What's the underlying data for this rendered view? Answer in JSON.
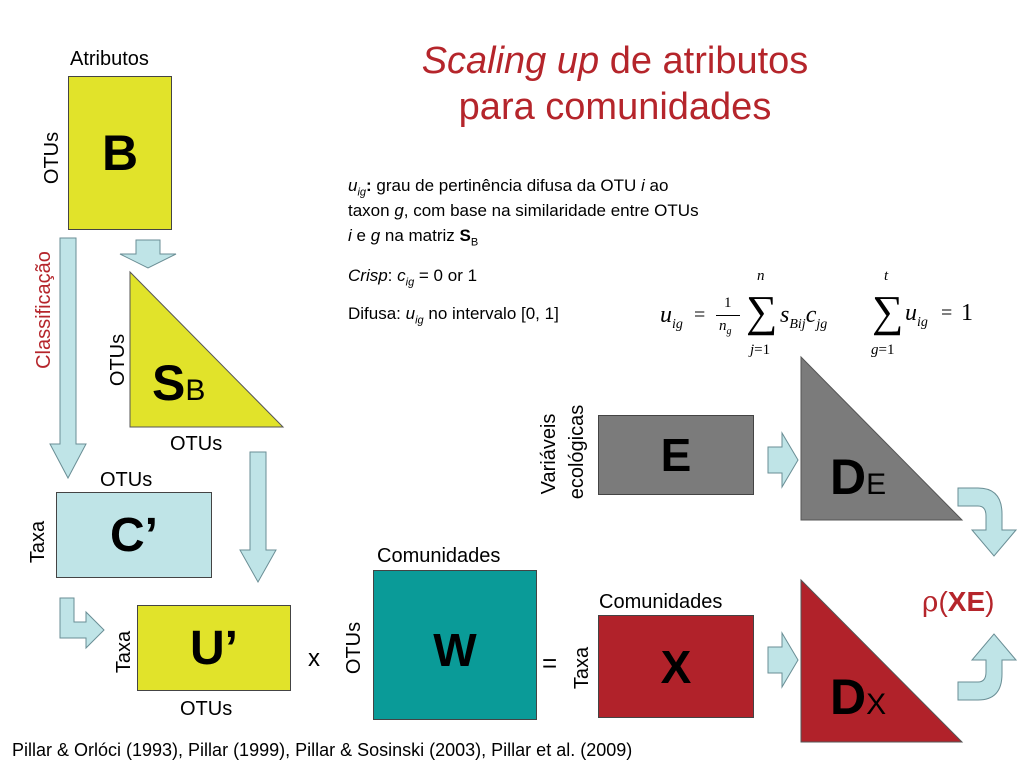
{
  "title": {
    "italic": "Scaling up",
    "rest": " de atributos",
    "line2": "para comunidades"
  },
  "matrix_B": {
    "symbol": "B",
    "top_label": "Atributos",
    "side_label": "OTUs"
  },
  "classification_label": "Classificação",
  "matrix_SB": {
    "symbol": "S",
    "subscript": "B",
    "side_label": "OTUs",
    "bottom_label": "OTUs"
  },
  "matrix_C": {
    "symbol": "C’",
    "top_label": "OTUs",
    "side_label": "Taxa"
  },
  "matrix_U": {
    "symbol": "U’",
    "side_label": "Taxa",
    "bottom_label": "OTUs"
  },
  "times_symbol": "x",
  "matrix_W": {
    "symbol": "W",
    "top_label": "Comunidades",
    "side_label": "OTUs"
  },
  "equals_symbol": "=",
  "matrix_X": {
    "symbol": "X",
    "top_label": "Comunidades",
    "side_label": "Taxa"
  },
  "matrix_E": {
    "symbol": "E",
    "side_label_line1": "Variáveis",
    "side_label_line2": "ecológicas"
  },
  "matrix_DE": {
    "symbol": "D",
    "subscript": "E"
  },
  "matrix_DX": {
    "symbol": "D",
    "subscript": "X"
  },
  "rho": {
    "symbol": "ρ",
    "open": "(",
    "bold": "XE",
    "close": ")"
  },
  "description": {
    "uig_u": "u",
    "uig_sub": "ig",
    "colon": ":",
    "line1_rest": " grau de pertinência difusa da OTU ",
    "i1": "i",
    "line1_end": " ao",
    "line2_a": "taxon ",
    "g1": "g",
    "line2_b": ", com base na similaridade entre OTUs",
    "i2": "i",
    "line3_a": " e ",
    "g2": "g",
    "line3_b": " na matriz ",
    "S": "S",
    "S_sub": "B",
    "crisp_word": "Crisp",
    "crisp_colon": ": ",
    "crisp_c": "c",
    "crisp_sub": "ig",
    "crisp_rest": " = 0 or 1",
    "difusa_word": "Difusa: ",
    "difusa_u": "u",
    "difusa_sub": "ig",
    "difusa_rest": " no intervalo [0, 1]"
  },
  "formula1": {
    "lhs_u": "u",
    "lhs_sub": "ig",
    "eq": "=",
    "frac_num": "1",
    "frac_den_n": "n",
    "frac_den_sub": "g",
    "sigma": "∑",
    "upper": "n",
    "lower_j": "j",
    "lower_eq": "=",
    "lower_1": "1",
    "s": "s",
    "s_sub": "Bij",
    "c": "c",
    "c_sub": "jg"
  },
  "formula2": {
    "sigma": "∑",
    "upper": "t",
    "lower_g": "g",
    "lower_eq": "=",
    "lower_1": "1",
    "u": "u",
    "u_sub": "ig",
    "eq": "=",
    "rhs": "1"
  },
  "footer": "Pillar & Orlóci (1993), Pillar (1999), Pillar & Sosinski (2003), Pillar et al. (2009)",
  "colors": {
    "yellow": "#e1e32a",
    "light_blue": "#bfe4e7",
    "teal": "#0a9b98",
    "red": "#b1222a",
    "gray": "#7b7b7b",
    "title_red": "#b5252b"
  }
}
